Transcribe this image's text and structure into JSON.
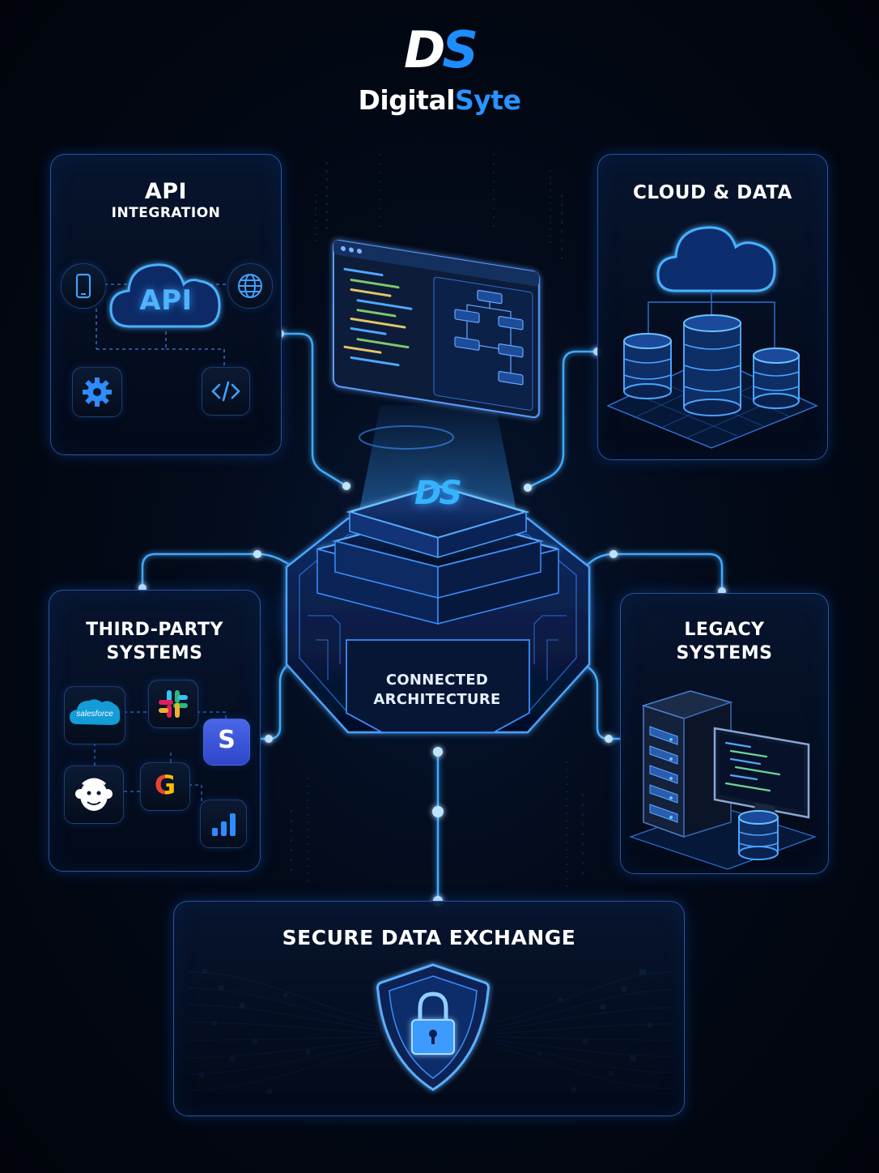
{
  "brand": {
    "mark_d": "D",
    "mark_s": "S",
    "name_part1": "Digital",
    "name_part2": "Syte"
  },
  "hub": {
    "logo_d": "D",
    "logo_s": "S",
    "label_line1": "CONNECTED",
    "label_line2": "ARCHITECTURE"
  },
  "panels": {
    "api": {
      "title": "API",
      "subtitle": "INTEGRATION",
      "cloud_label": "API",
      "icons": [
        "mobile-icon",
        "globe-icon",
        "gear-icon",
        "code-icon"
      ]
    },
    "cloud": {
      "title": "CLOUD & DATA",
      "icons": [
        "cloud-icon",
        "database-icon"
      ]
    },
    "third_party": {
      "title_line1": "THIRD-PARTY",
      "title_line2": "SYSTEMS",
      "salesforce_label": "salesforce",
      "stripe_label": "S",
      "google_label": "G",
      "icons": [
        "salesforce-logo",
        "slack-logo",
        "stripe-logo",
        "mailchimp-logo",
        "google-logo",
        "analytics-logo"
      ]
    },
    "legacy": {
      "title_line1": "LEGACY",
      "title_line2": "SYSTEMS",
      "icons": [
        "server-tower-icon",
        "monitor-icon",
        "database-icon"
      ]
    },
    "secure": {
      "title": "SECURE DATA EXCHANGE",
      "icons": [
        "shield-lock-icon"
      ]
    }
  },
  "colors": {
    "background": "#020814",
    "accent": "#1d8dff",
    "glow": "#3fa9ff",
    "panel_border": "#3a7be0"
  }
}
